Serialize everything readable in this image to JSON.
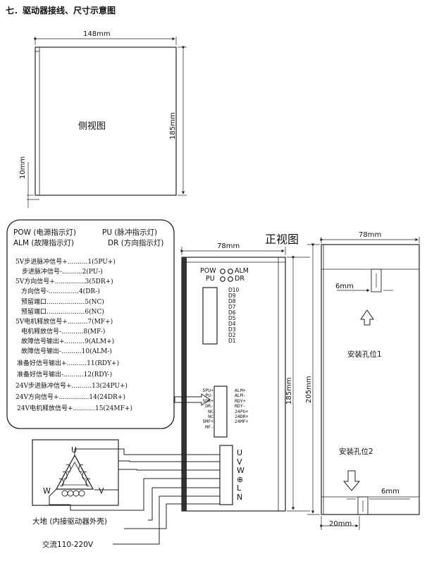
{
  "title": "七．驱动器接线、尺寸示意图",
  "side_view": {
    "width_label": "148mm",
    "height_label": "185mm",
    "small_label": "10mm",
    "name": "侧视图"
  },
  "legend": {
    "pow": "POW (电源指示灯)",
    "pu": "PU (脉冲指示灯)",
    "alm": "ALM (故障指示灯)",
    "dr": "DR (方向指示灯)",
    "signals": [
      "5V步进脉冲信号+..........1(5PU+)",
      "步进脉冲信号-..........2(PU-)",
      "5V方向信号+...............3(5DR+)",
      "方向信号-...............4(DR-)",
      "预留端口...................5(NC)",
      "预留端口...................6(NC)",
      "5V电机释放信号+..........7(MF+)",
      "电机释放信号-...........8(MF-)",
      "故障信号输出+..........9(ALM+)",
      "故障信号输出-..........10(ALM-)",
      "准备好信号输出+..........11(RDY+)",
      "准备好信号输出-..........12(RDY-)",
      "24V步进脉冲信号+..........13(24PU+)",
      "24V方向信号+...............14(24DR+)",
      "24V电机释放信号+...........15(24MF+)"
    ]
  },
  "front_view": {
    "name": "正视图",
    "width_label": "78mm",
    "height_label": "185mm",
    "leds_top": [
      "POW",
      "ALM"
    ],
    "leds_bottom": [
      "PU",
      "DR"
    ],
    "top_terminals": [
      "D10",
      "D9",
      "D8",
      "D7",
      "D6",
      "D5",
      "D4",
      "D3",
      "D2",
      "D1"
    ],
    "left_terminals": [
      "5PU+",
      "PU-",
      "5DR+",
      "DR-",
      "NC",
      "NC",
      "5MF+",
      "MF-"
    ],
    "right_terminals": [
      "ALM+",
      "ALM-",
      "RDY+",
      "RDY-",
      "24PU+",
      "24DR+",
      "24MF+"
    ],
    "power_terminals": [
      "U",
      "V",
      "W",
      "⊕",
      "L",
      "N"
    ]
  },
  "motor": {
    "u": "U",
    "v": "V",
    "w": "W"
  },
  "notes": {
    "ground": "大地 (内接驱动器外壳)",
    "ac": "交流110-220V"
  },
  "back_view": {
    "width_label": "78mm",
    "height_label": "205mm",
    "inner_height_label": "185mm",
    "hole_width_top": "6mm",
    "hole_width_bottom": "6mm",
    "bottom_offset": "20mm",
    "hole1": "安装孔位1",
    "hole2": "安装孔位2"
  }
}
